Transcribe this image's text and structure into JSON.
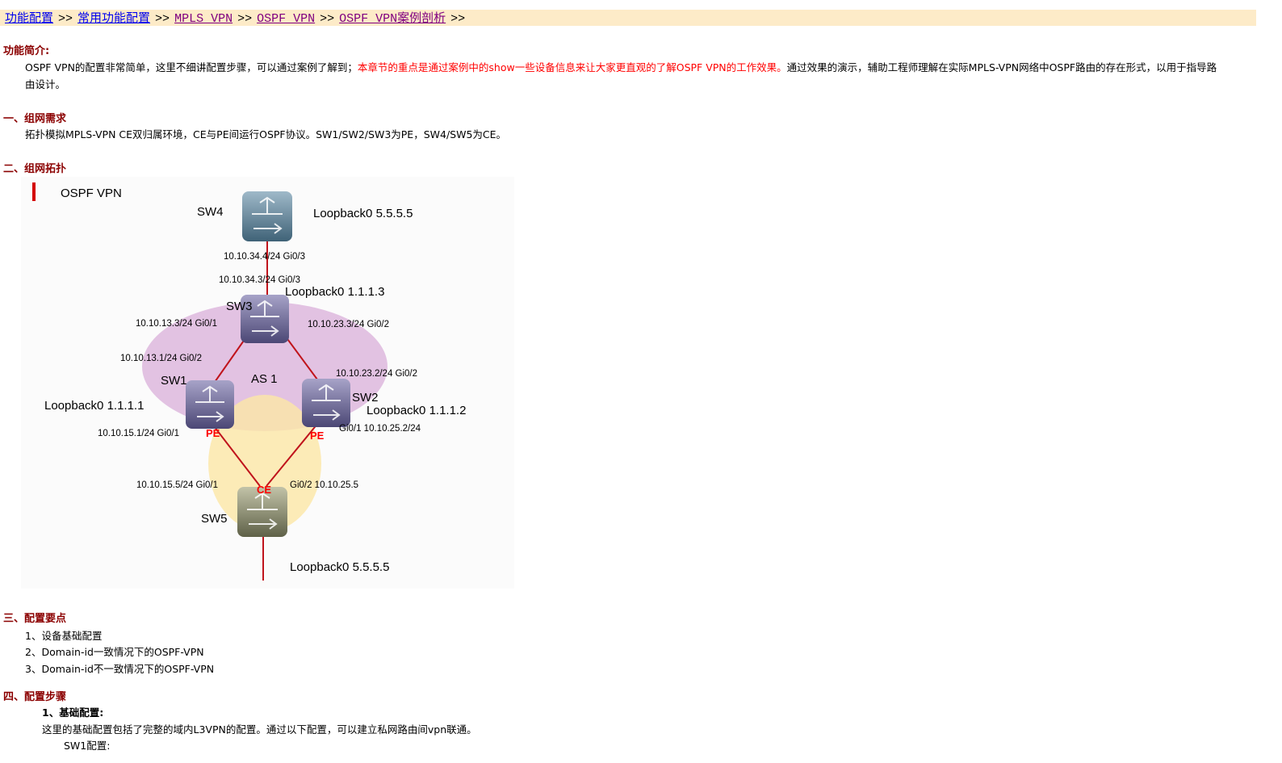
{
  "breadcrumb": {
    "items": [
      "功能配置",
      "常用功能配置",
      "MPLS VPN",
      "OSPF VPN",
      "OSPF VPN案例剖析"
    ],
    "separator": ">>",
    "trailing": ">>"
  },
  "intro": {
    "title": "功能简介:",
    "text_a": "OSPF VPN的配置非常简单，这里不细讲配置步骤，可以通过案例了解到；",
    "text_red": "本章节的重点是通过案例中的show一些设备信息来让大家更直观的了解OSPF VPN的工作效果。",
    "text_b": "通过效果的演示，辅助工程师理解在实际MPLS-VPN网络中OSPF路由的存在形式，以用于指导路",
    "text_c": "由设计。"
  },
  "section1": {
    "title": "一、组网需求",
    "text": "拓扑模拟MPLS-VPN CE双归属环境，CE与PE间运行OSPF协议。SW1/SW2/SW3为PE，SW4/SW5为CE。"
  },
  "section2": {
    "title": "二、组网拓扑"
  },
  "topology": {
    "header": "OSPF VPN",
    "sw4": "SW4",
    "sw4_loopback": "Loopback0 5.5.5.5",
    "link_34a": "10.10.34.4/24 Gi0/3",
    "link_34b": "10.10.34.3/24 Gi0/3",
    "sw3_loopback": "Loopback0 1.1.1.3",
    "sw3": "SW3",
    "link_13a": "10.10.13.3/24 Gi0/1",
    "link_23a": "10.10.23.3/24 Gi0/2",
    "link_13b": "10.10.13.1/24 Gi0/2",
    "link_23b": "10.10.23.2/24 Gi0/2",
    "sw1": "SW1",
    "as": "AS 1",
    "sw2": "SW2",
    "sw1_loopback": "Loopback0 1.1.1.1",
    "sw2_loopback": "Loopback0 1.1.1.2",
    "link_15a": "10.10.15.1/24 Gi0/1",
    "pe1": "PE",
    "pe2": "PE",
    "link_25a": "Gi0/1 10.10.25.2/24",
    "link_15b": "10.10.15.5/24 Gi0/1",
    "ce": "CE",
    "link_25b": "Gi0/2 10.10.25.5",
    "sw5": "SW5",
    "sw5_loopback": "Loopback0 5.5.5.5"
  },
  "section3": {
    "title": "三、配置要点",
    "items": [
      "1、设备基础配置",
      "2、Domain-id一致情况下的OSPF-VPN",
      "3、Domain-id不一致情况下的OSPF-VPN"
    ]
  },
  "section4": {
    "title": "四、配置步骤",
    "sub_title": "1、基础配置:",
    "text": "这里的基础配置包括了完整的域内L3VPN的配置。通过以下配置，可以建立私网路由间vpn联通。",
    "sw1_config": "SW1配置:"
  },
  "colors": {
    "section_title": "#8b0000",
    "highlight": "#ff0000",
    "breadcrumb_bg": "#fdebc8",
    "as_ellipse": "#dcb4dc",
    "ce_circle": "#fde7a6",
    "link": "#c0141c"
  }
}
